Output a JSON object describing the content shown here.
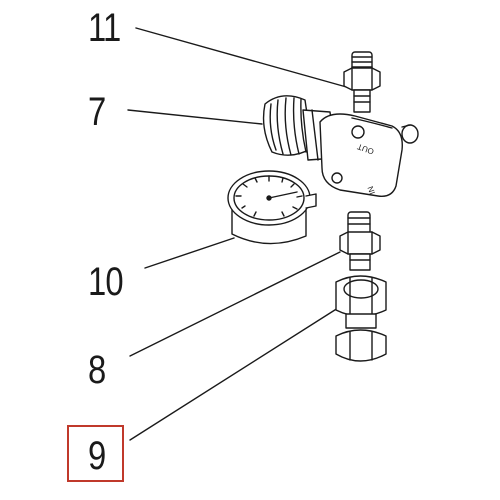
{
  "callouts": {
    "c11": "11",
    "c7": "7",
    "c10": "10",
    "c8": "8",
    "c9": "9"
  },
  "body_labels": {
    "out": "OUT",
    "in": "IN"
  },
  "highlighted_callout": "9",
  "colors": {
    "ink": "#1a1a1a",
    "highlight": "#c0392b",
    "background": "#ffffff"
  }
}
